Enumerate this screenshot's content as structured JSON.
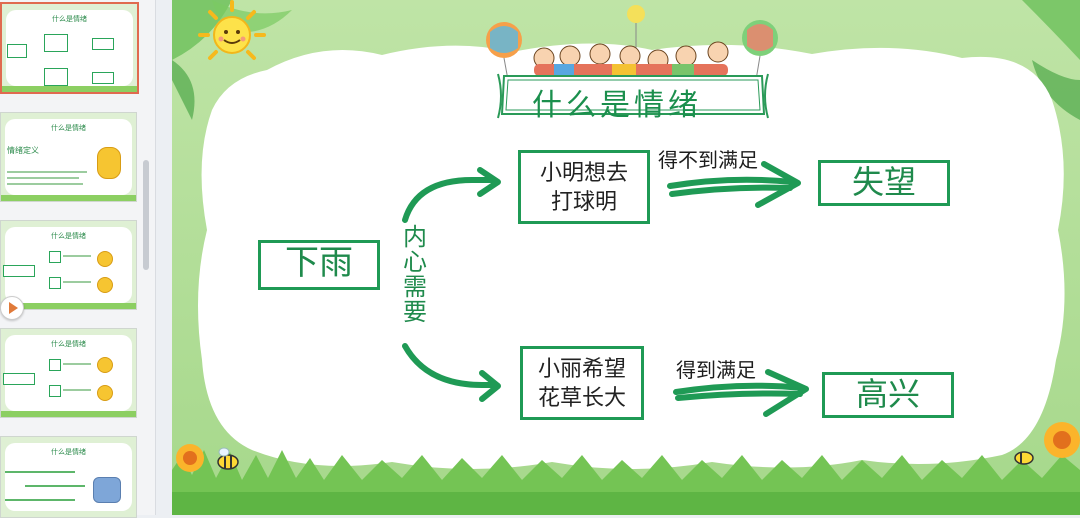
{
  "thumbnails": [
    {
      "title": "什么是情绪",
      "selected": true
    },
    {
      "title": "什么是情绪",
      "subtitle": "情绪定义"
    },
    {
      "title": "什么是情绪"
    },
    {
      "title": "什么是情绪"
    },
    {
      "title": "什么是情绪"
    }
  ],
  "slide": {
    "title": "什么是情绪",
    "start_box": "下雨",
    "need_label": "内心需要",
    "top_box": {
      "line1": "小明想去",
      "line2": "打球明"
    },
    "top_condition": "得不到满足",
    "top_result": "失望",
    "bottom_box": {
      "line1": "小丽希望",
      "line2": "花草长大"
    },
    "bottom_condition": "得到满足",
    "bottom_result": "高兴"
  },
  "colors": {
    "accent_green": "#1f9a55",
    "background_green": "#a6d88b",
    "selected_thumb_border": "#e06a4f"
  }
}
